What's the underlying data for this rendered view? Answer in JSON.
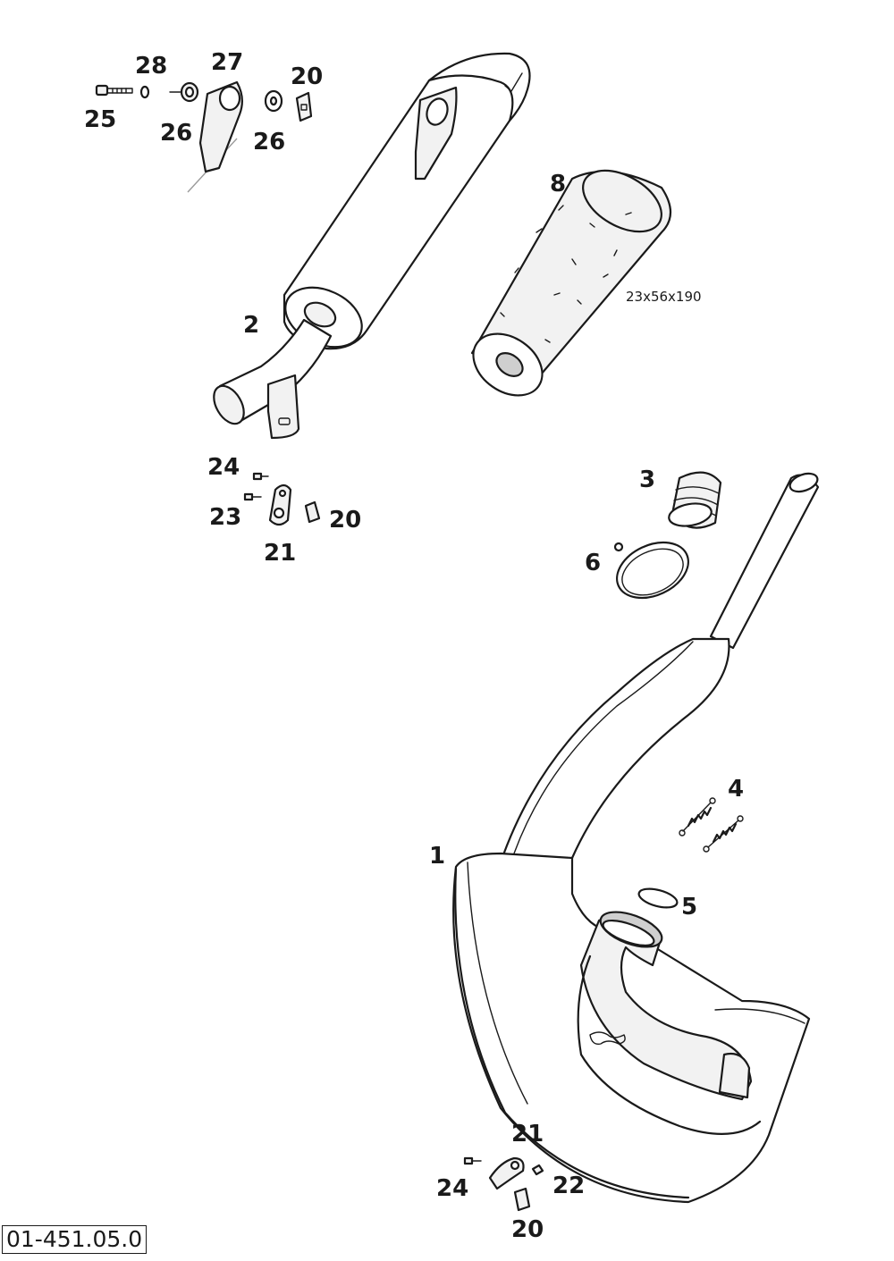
{
  "diagram": {
    "callouts": {
      "p1": "1",
      "p2": "2",
      "p3": "3",
      "p4": "4",
      "p5": "5",
      "p6": "6",
      "p8": "8",
      "p20a": "20",
      "p20b": "20",
      "p20c": "20",
      "p21a": "21",
      "p21b": "21",
      "p22": "22",
      "p23": "23",
      "p24a": "24",
      "p24b": "24",
      "p25": "25",
      "p26a": "26",
      "p26b": "26",
      "p27": "27",
      "p28": "28"
    },
    "packing_dimension": "23x56x190",
    "reference_number": "01-451.05.0"
  }
}
